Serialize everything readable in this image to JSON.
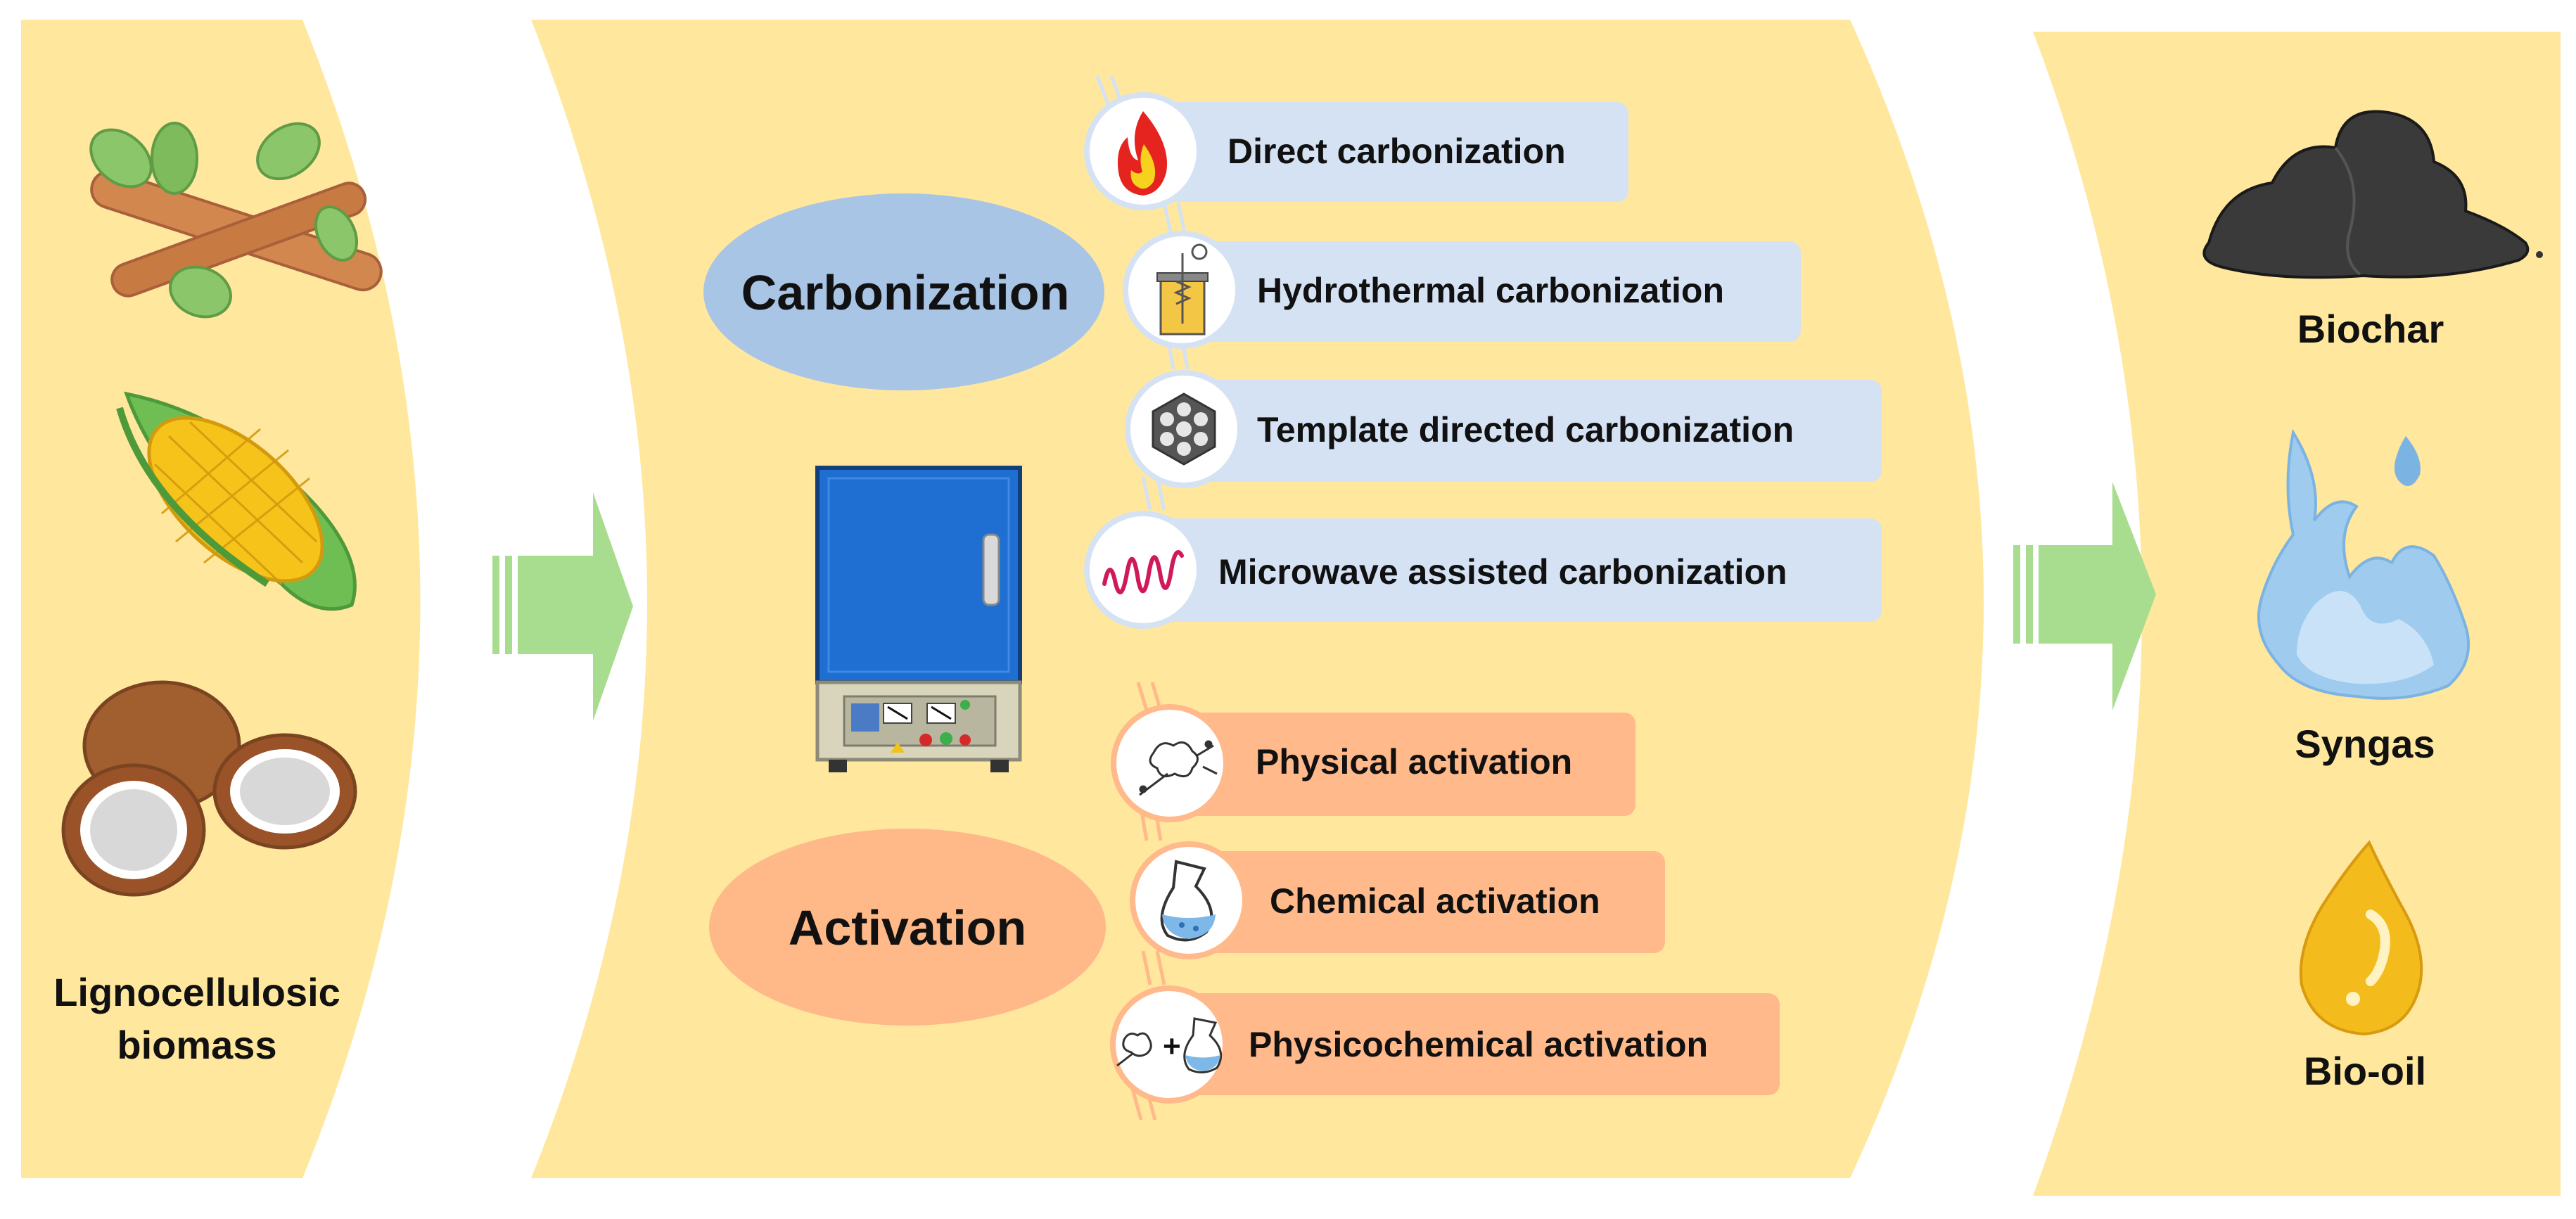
{
  "colors": {
    "panel": "#FFE79E",
    "arrow": "#A8DC8E",
    "carbonization_oval": "#A9C5E6",
    "carbonization_box": "#D5E2F4",
    "activation_oval": "#FFB988",
    "activation_box": "#FFB98A",
    "text": "#111111"
  },
  "feedstock": {
    "label_line1": "Lignocellulosic",
    "label_line2": "biomass",
    "icons": [
      "wood-branch-icon",
      "corn-icon",
      "coconut-icon"
    ]
  },
  "process": {
    "furnace_icon": "muffle-furnace-icon",
    "carbonization": {
      "title": "Carbonization",
      "methods": [
        {
          "label": "Direct carbonization",
          "icon": "flame-icon"
        },
        {
          "label": "Hydrothermal carbonization",
          "icon": "autoclave-reactor-icon"
        },
        {
          "label": "Template directed carbonization",
          "icon": "porous-template-icon"
        },
        {
          "label": "Microwave assisted carbonization",
          "icon": "microwave-wave-icon"
        }
      ]
    },
    "activation": {
      "title": "Activation",
      "methods": [
        {
          "label": "Physical activation",
          "icon": "gas-steam-icon"
        },
        {
          "label": "Chemical activation",
          "icon": "flask-icon"
        },
        {
          "label": "Physicochemical activation",
          "icon": "gas-plus-flask-icon"
        }
      ]
    }
  },
  "products": [
    {
      "label": "Biochar",
      "icon": "biochar-pile-icon"
    },
    {
      "label": "Syngas",
      "icon": "blue-flame-icon"
    },
    {
      "label": "Bio-oil",
      "icon": "oil-drop-icon"
    }
  ]
}
